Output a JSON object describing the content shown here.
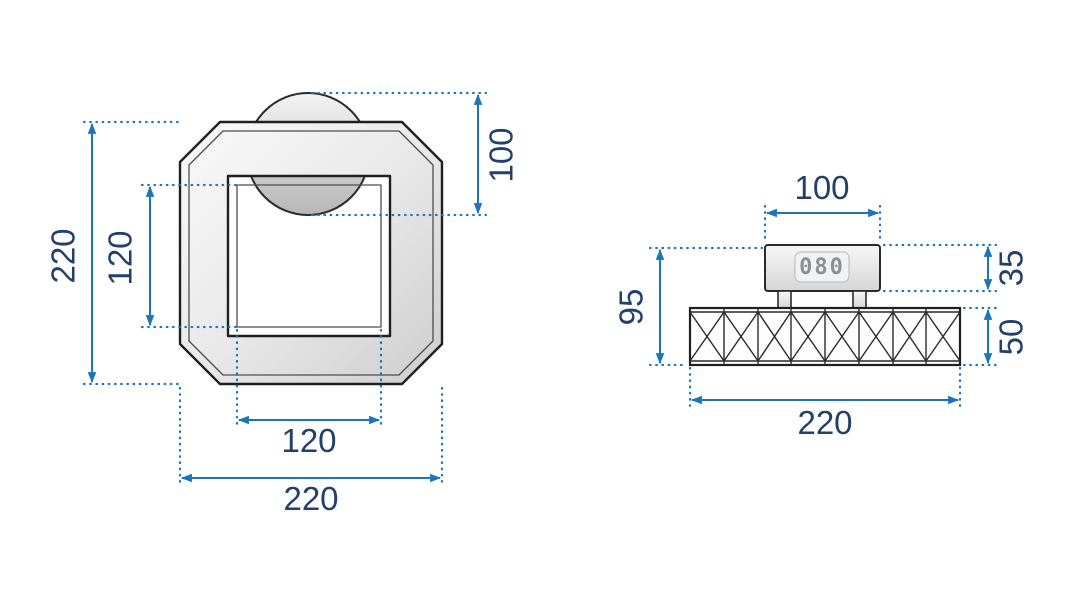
{
  "colors": {
    "dimension_line": "#1b75bc",
    "dimension_text": "#23406a",
    "outline": "#1f1f1f"
  },
  "front_view": {
    "outer_height": "220",
    "inner_height": "120",
    "glow_height": "100",
    "inner_width": "120",
    "outer_width": "220"
  },
  "side_view": {
    "driver_width": "100",
    "driver_height": "35",
    "total_height": "95",
    "band_height": "50",
    "overall_width": "220",
    "display": "080"
  }
}
